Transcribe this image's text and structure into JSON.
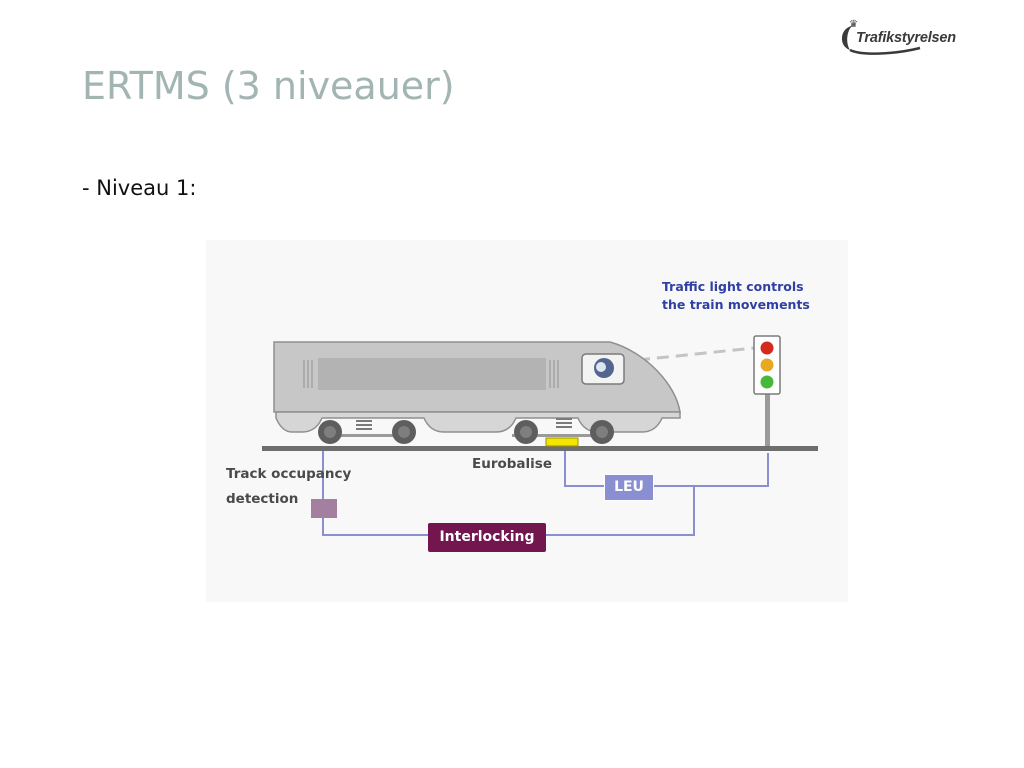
{
  "logo": {
    "text": "Trafikstyrelsen",
    "accent_color": "#3a3a3a"
  },
  "title": "ERTMS (3 niveauer)",
  "bullet": "- Niveau 1:",
  "diagram": {
    "traffic_light_note_line1": "Traffic light controls",
    "traffic_light_note_line2": "the train movements",
    "track_occupancy_line1": "Track occupancy",
    "track_occupancy_line2": "detection",
    "eurobalise": "Eurobalise",
    "leu": "LEU",
    "interlocking": "Interlocking",
    "colors": {
      "connection_lines": "#8a8fd2",
      "interlocking_box": "#731650",
      "leu_box": "#8a8fd2",
      "track_detector": "#a57fa0",
      "eurobalise": "#f2e600",
      "note_text": "#2f3fa2",
      "signal_red": "#d42a1e",
      "signal_amber": "#e9a823",
      "signal_green": "#49b83a"
    }
  }
}
